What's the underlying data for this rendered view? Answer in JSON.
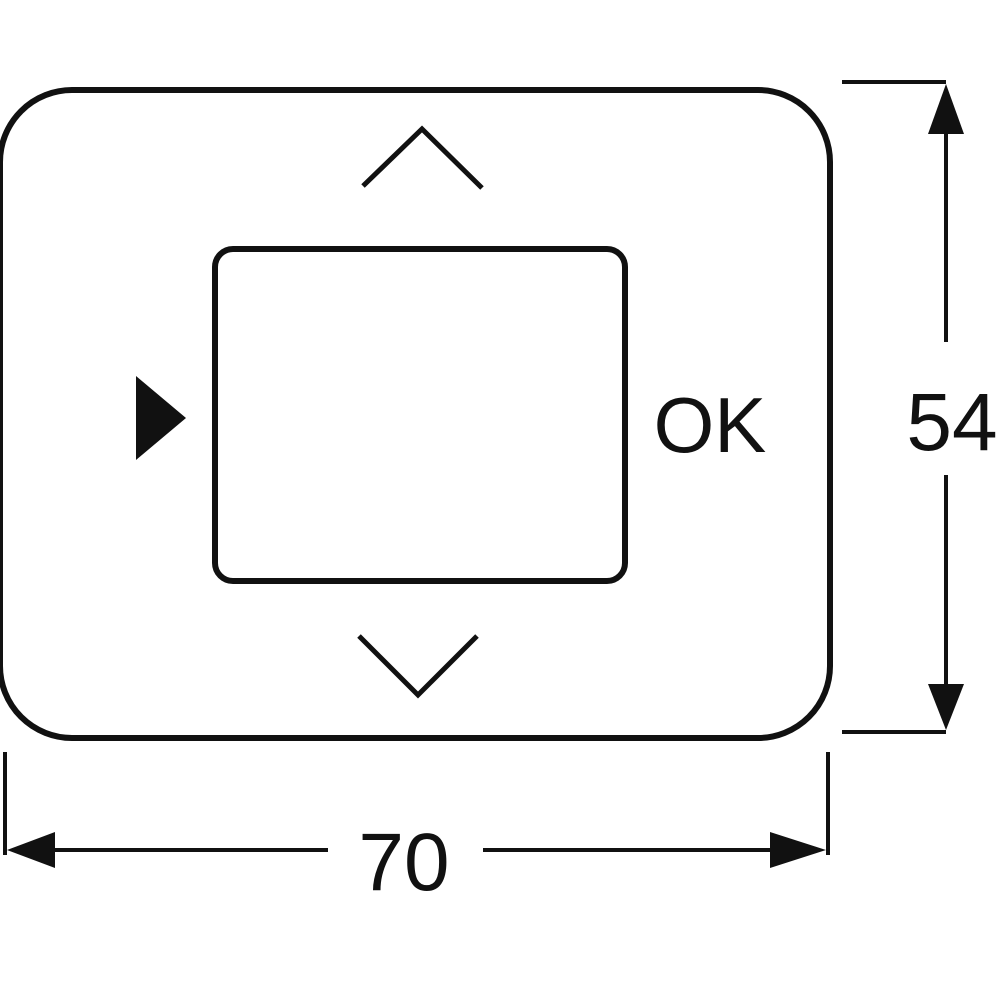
{
  "device": {
    "display_window": "",
    "ok_label": "OK",
    "icons": {
      "up": "chevron-up-icon",
      "down": "chevron-down-icon",
      "play": "play-triangle-icon"
    }
  },
  "dimensions": {
    "width_label": "70",
    "height_label": "54"
  },
  "colors": {
    "stroke": "#111111",
    "background": "#ffffff"
  }
}
